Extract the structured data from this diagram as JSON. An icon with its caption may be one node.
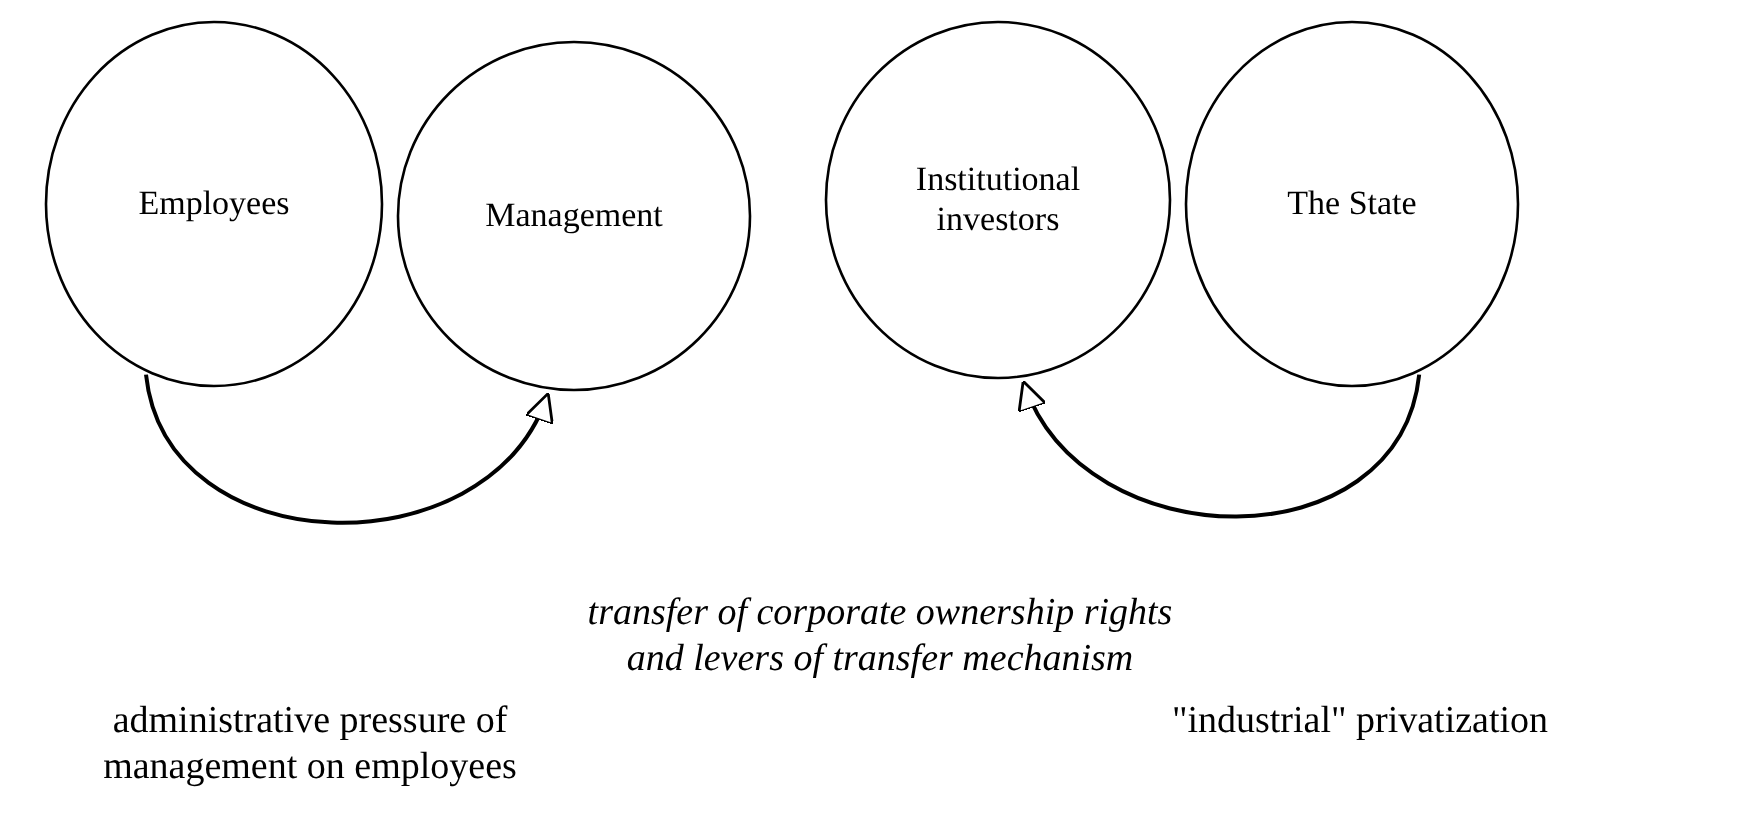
{
  "diagram": {
    "nodes": [
      {
        "text": [
          "Employees"
        ]
      },
      {
        "text": [
          "Management"
        ]
      },
      {
        "text": [
          "Institutional investors"
        ]
      },
      {
        "text": [
          "The State"
        ]
      }
    ],
    "edges": [
      {
        "from": 0,
        "to": 1,
        "arrow": "to"
      },
      {
        "from": 3,
        "to": 2,
        "arrow": "to"
      }
    ],
    "labels": [
      "transfer of corporate ownership rights and levers of transfer mechanism",
      "administrative pressure of management on employees",
      "\"industrial\" privatization"
    ]
  }
}
